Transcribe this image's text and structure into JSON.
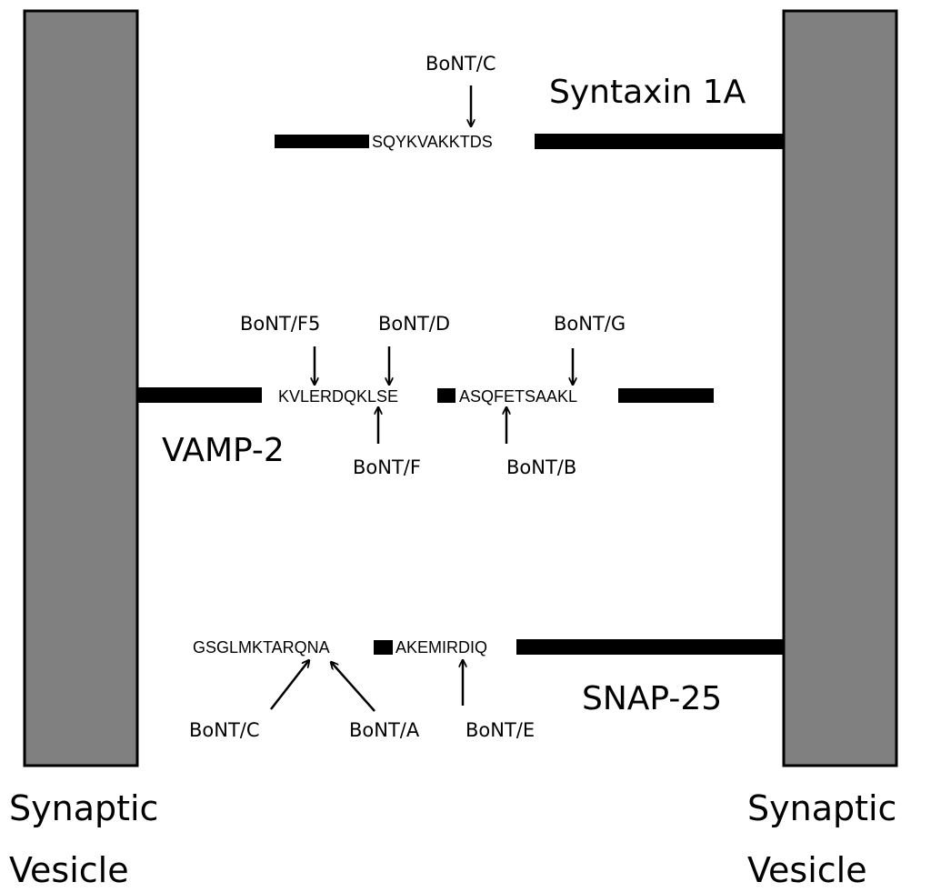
{
  "vesicles": {
    "left": {
      "line1": "Synaptic",
      "line2": "Vesicle"
    },
    "right": {
      "line1": "Synaptic",
      "line2": "Vesicle"
    },
    "fill_color": "#808080"
  },
  "proteins": {
    "syntaxin": {
      "name": "Syntaxin 1A",
      "sequence": "SQYKVAKKTDS",
      "cleavage": [
        {
          "label": "BoNT/C"
        }
      ]
    },
    "vamp": {
      "name": "VAMP-2",
      "sequence_1": "KVLERDQKLSE",
      "sequence_2": "ASQFETSAAKL",
      "cleavage": [
        {
          "label": "BoNT/F5"
        },
        {
          "label": "BoNT/D"
        },
        {
          "label": "BoNT/G"
        },
        {
          "label": "BoNT/F"
        },
        {
          "label": "BoNT/B"
        }
      ]
    },
    "snap25": {
      "name": "SNAP-25",
      "sequence_1": "GSGLMKTARQNA",
      "sequence_2": "AKEMIRDIQ",
      "cleavage": [
        {
          "label": "BoNT/C"
        },
        {
          "label": "BoNT/A"
        },
        {
          "label": "BoNT/E"
        }
      ]
    }
  }
}
